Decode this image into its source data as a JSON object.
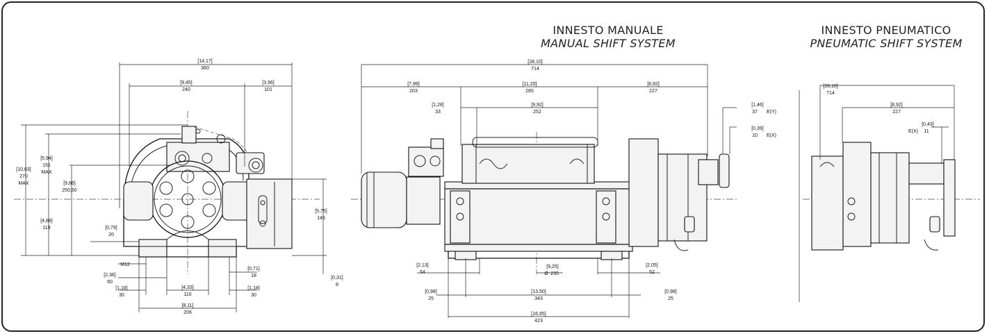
{
  "titles": {
    "manual_it": "INNESTO MANUALE",
    "manual_en": "MANUAL SHIFT SYSTEM",
    "pneumatic_it": "INNESTO PNEUMATICO",
    "pneumatic_en": "PNEUMATIC SHIFT SYSTEM"
  },
  "front_view": {
    "overall_width": {
      "in": "[14,17]",
      "mm": "360"
    },
    "drum_to_bracket": {
      "in": "[9,45]",
      "mm": "240"
    },
    "bracket_offset": {
      "in": "[3,96]",
      "mm": "101"
    },
    "total_height": {
      "in": "[10,63]",
      "mm": "270",
      "note": "MAX"
    },
    "top_height": {
      "in": "[5,94]",
      "mm": "151",
      "note": "MAX"
    },
    "valve_height": {
      "in": "[9,86]",
      "mm": "250,50"
    },
    "axis_height": {
      "in": "[4,69]",
      "mm": "119"
    },
    "foot_height": {
      "in": "[0,79]",
      "mm": "20"
    },
    "side_height": {
      "in": "[5,75]",
      "mm": "146"
    },
    "base_offset": {
      "in": "[0,31]",
      "mm": "8"
    },
    "thread": "M12",
    "hole_spacing": {
      "in": "[2,36]",
      "mm": "60"
    },
    "foot_left": {
      "in": "[1,18]",
      "mm": "30"
    },
    "foot_right": {
      "in": "[1,18]",
      "mm": "30"
    },
    "center_spacing": {
      "in": "[4,33]",
      "mm": "110"
    },
    "foot_slot": {
      "in": "[0,71]",
      "mm": "18"
    },
    "base_width": {
      "in": "[8,11]",
      "mm": "206"
    }
  },
  "manual_view": {
    "overall_length": {
      "in": "[28,10]",
      "mm": "714"
    },
    "motor_length": {
      "in": "[7,99]",
      "mm": "203"
    },
    "drum_length": {
      "in": "[11,20]",
      "mm": "285"
    },
    "gear_length": {
      "in": "[8,92]",
      "mm": "227"
    },
    "flange": {
      "in": "[1,28]",
      "mm": "33"
    },
    "drum_inner": {
      "in": "[9,92]",
      "mm": "252"
    },
    "ey": {
      "in": "[1,46]",
      "mm": "37",
      "tag": "E(Y)"
    },
    "ex": {
      "in": "[0,39]",
      "mm": "10",
      "tag": "E(X)"
    },
    "left_foot": {
      "in": "[2,13]",
      "mm": "54"
    },
    "drum_dia": {
      "in": "[9,25]",
      "mm": "235",
      "prefix": "Ø"
    },
    "right_foot": {
      "in": "[2,05]",
      "mm": "52"
    },
    "left_edge": {
      "in": "[0,98]",
      "mm": "25"
    },
    "foot_spacing": {
      "in": "[13,50]",
      "mm": "343"
    },
    "right_edge": {
      "in": "[0,98]",
      "mm": "25"
    },
    "base_length": {
      "in": "[16,65]",
      "mm": "423"
    }
  },
  "pneumatic_view": {
    "overall_length": {
      "in": "[28,10]",
      "mm": "714"
    },
    "gear_length": {
      "in": "[8,92]",
      "mm": "227"
    },
    "ex": {
      "in": "[0,43]",
      "mm": "11",
      "tag": "E(X)"
    }
  }
}
